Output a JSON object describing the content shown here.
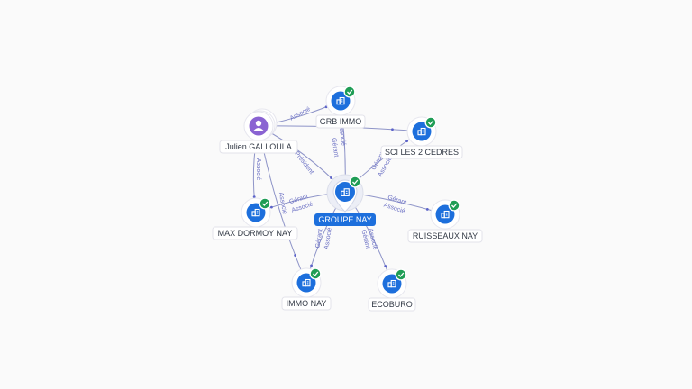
{
  "nodes": [
    {
      "id": "groupe",
      "label": "GROUPE NAY",
      "type": "center",
      "verified": true
    },
    {
      "id": "julien",
      "label": "Julien GALLOULA",
      "type": "person",
      "verified": false
    },
    {
      "id": "grb",
      "label": "GRB IMMO",
      "type": "company",
      "verified": true
    },
    {
      "id": "sci",
      "label": "SCI LES 2 CEDRES",
      "type": "company",
      "verified": true
    },
    {
      "id": "max",
      "label": "MAX DORMOY NAY",
      "type": "company",
      "verified": true
    },
    {
      "id": "ruis",
      "label": "RUISSEAUX NAY",
      "type": "company",
      "verified": true
    },
    {
      "id": "immo",
      "label": "IMMO NAY",
      "type": "company",
      "verified": true
    },
    {
      "id": "eco",
      "label": "ECOBURO",
      "type": "company",
      "verified": true
    }
  ],
  "edges": [
    {
      "from": "julien",
      "to": "grb",
      "labels": [
        "Associé"
      ]
    },
    {
      "from": "julien",
      "to": "sci",
      "labels": []
    },
    {
      "from": "julien",
      "to": "groupe",
      "labels": [
        "Président"
      ]
    },
    {
      "from": "julien",
      "to": "max",
      "labels": [
        "Associé"
      ]
    },
    {
      "from": "julien",
      "to": "immo",
      "labels": [
        "Associé"
      ]
    },
    {
      "from": "groupe",
      "to": "grb",
      "labels": [
        "Gérant",
        "Associé"
      ]
    },
    {
      "from": "groupe",
      "to": "sci",
      "labels": [
        "Gérant",
        "Associé"
      ]
    },
    {
      "from": "groupe",
      "to": "max",
      "labels": [
        "Gérant",
        "Associé"
      ]
    },
    {
      "from": "groupe",
      "to": "ruis",
      "labels": [
        "Gérant",
        "Associé"
      ]
    },
    {
      "from": "groupe",
      "to": "immo",
      "labels": [
        "Gérant",
        "Associé"
      ]
    },
    {
      "from": "groupe",
      "to": "eco",
      "labels": [
        "Gérant",
        "Associé"
      ]
    }
  ],
  "icons": {
    "company": "building-icon",
    "person": "user-icon",
    "verified": "check-badge-icon"
  },
  "colors": {
    "company": "#1d6fdc",
    "person": "#8a63d2",
    "edge": "#8e94c8",
    "edge_label": "#6b70c4",
    "verified": "#1f9d55",
    "center_label_bg": "#1d6fdc"
  }
}
